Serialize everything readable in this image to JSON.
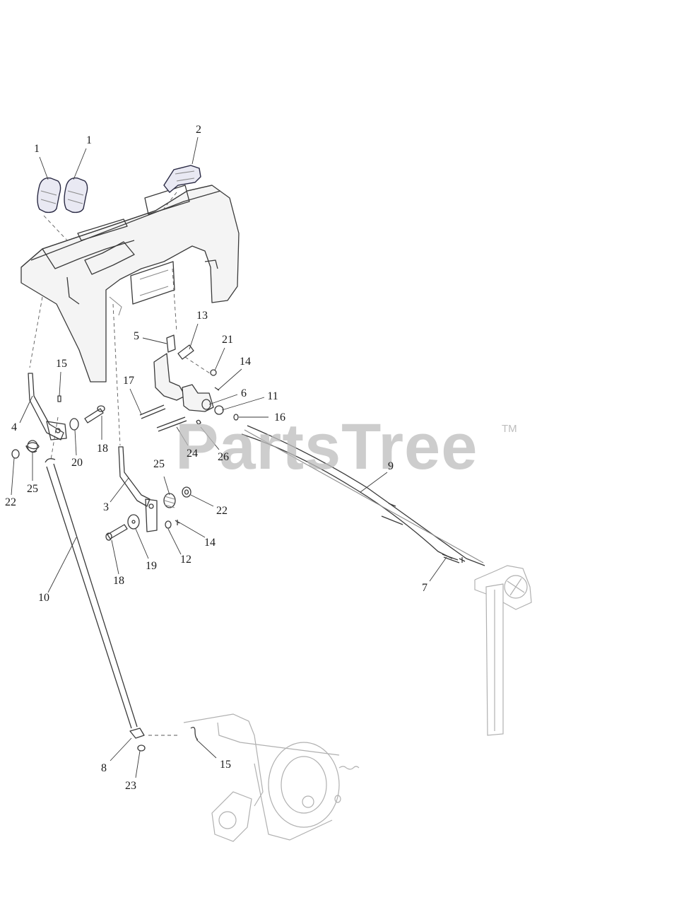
{
  "watermark": {
    "text": "PartsTree",
    "trademark": "TM"
  },
  "callouts": [
    {
      "id": "c1a",
      "label": "1"
    },
    {
      "id": "c1b",
      "label": "1"
    },
    {
      "id": "c2",
      "label": "2"
    },
    {
      "id": "c13",
      "label": "13"
    },
    {
      "id": "c5",
      "label": "5"
    },
    {
      "id": "c21",
      "label": "21"
    },
    {
      "id": "c14a",
      "label": "14"
    },
    {
      "id": "c17",
      "label": "17"
    },
    {
      "id": "c6",
      "label": "6"
    },
    {
      "id": "c11",
      "label": "11"
    },
    {
      "id": "c15a",
      "label": "15"
    },
    {
      "id": "c16",
      "label": "16"
    },
    {
      "id": "c4",
      "label": "4"
    },
    {
      "id": "c18a",
      "label": "18"
    },
    {
      "id": "c24",
      "label": "24"
    },
    {
      "id": "c26",
      "label": "26"
    },
    {
      "id": "c20",
      "label": "20"
    },
    {
      "id": "c22a",
      "label": "22"
    },
    {
      "id": "c25a",
      "label": "25"
    },
    {
      "id": "c25b",
      "label": "25"
    },
    {
      "id": "c9",
      "label": "9"
    },
    {
      "id": "c3",
      "label": "3"
    },
    {
      "id": "c22b",
      "label": "22"
    },
    {
      "id": "c14b",
      "label": "14"
    },
    {
      "id": "c12",
      "label": "12"
    },
    {
      "id": "c19",
      "label": "19"
    },
    {
      "id": "c18b",
      "label": "18"
    },
    {
      "id": "c7",
      "label": "7"
    },
    {
      "id": "c10",
      "label": "10"
    },
    {
      "id": "c8",
      "label": "8"
    },
    {
      "id": "c15b",
      "label": "15"
    },
    {
      "id": "c23",
      "label": "23"
    }
  ]
}
